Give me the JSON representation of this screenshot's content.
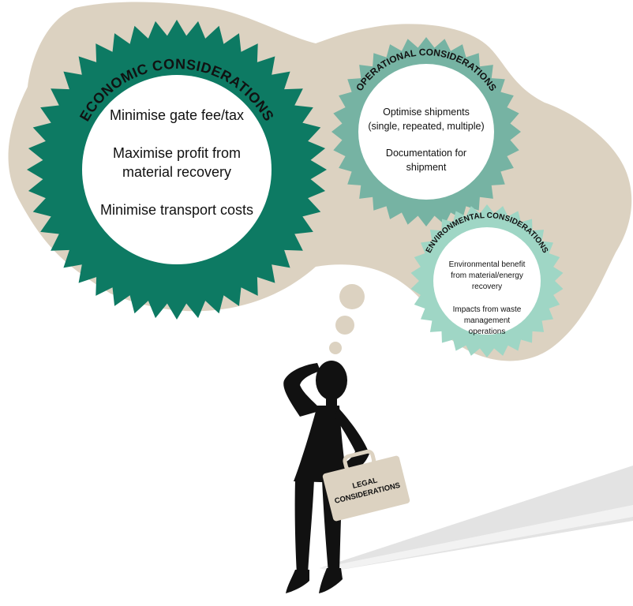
{
  "colors": {
    "cloud": "#dcd2c1",
    "economic_gear": "#0d7a63",
    "operational_gear": "#76b3a3",
    "environmental_gear": "#9fd6c5",
    "figure": "#111111",
    "briefcase": "#dcd2c1",
    "light_beam": "#e3e3e3"
  },
  "economic": {
    "title": "ECONOMIC CONSIDERATIONS",
    "items": [
      [
        "Minimise gate fee/tax"
      ],
      [
        "Maximise profit from",
        "material recovery"
      ],
      [
        "Minimise transport costs"
      ]
    ]
  },
  "operational": {
    "title": "OPERATIONAL CONSIDERATIONS",
    "items": [
      [
        "Optimise shipments",
        "(single, repeated, multiple)"
      ],
      [
        "Documentation for",
        "shipment"
      ]
    ]
  },
  "environmental": {
    "title": "ENVIRONMENTAL CONSIDERATIONS",
    "items": [
      [
        "Environmental benefit",
        "from material/energy",
        "recovery"
      ],
      [
        "Impacts from waste",
        "management",
        "operations"
      ]
    ]
  },
  "briefcase": {
    "label": [
      "LEGAL",
      "CONSIDERATIONS"
    ]
  }
}
